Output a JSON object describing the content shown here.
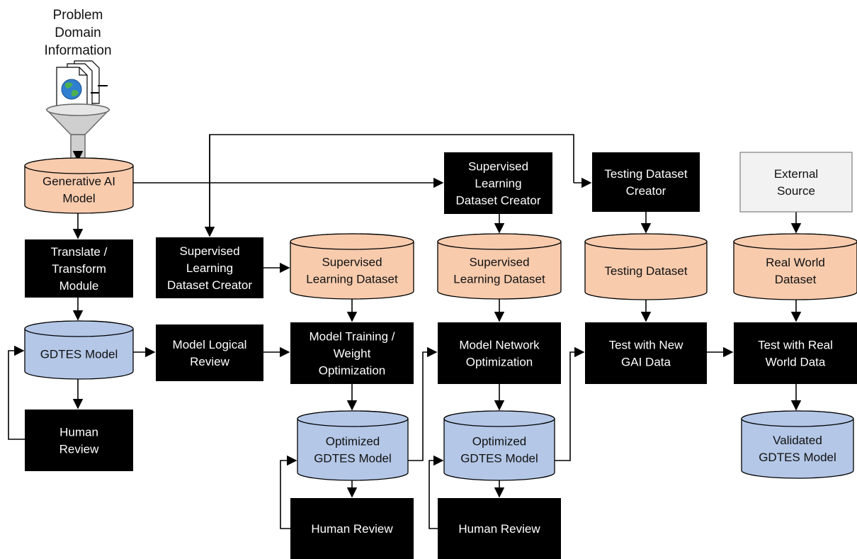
{
  "title_lines": [
    "Problem",
    "Domain",
    "Information"
  ],
  "colors": {
    "process_fill": "#000000",
    "dataset_fill": "#f8cbad",
    "model_fill": "#b4c7e7",
    "external_fill": "#f2f2f2",
    "stroke": "#000000"
  },
  "icons": {
    "source_icon": "documents-globe-icon",
    "funnel": "funnel-icon"
  },
  "nodes": {
    "generative_ai": {
      "kind": "dataset",
      "lines": [
        "Generative AI",
        "Model"
      ]
    },
    "translate": {
      "kind": "process",
      "lines": [
        "Translate /",
        "Transform",
        "Module"
      ]
    },
    "gdtes_model": {
      "kind": "model",
      "lines": [
        "GDTES Model"
      ]
    },
    "human_review_1": {
      "kind": "process",
      "lines": [
        "Human",
        "Review"
      ]
    },
    "sl_creator_1": {
      "kind": "process",
      "lines": [
        "Supervised",
        "Learning",
        "Dataset Creator"
      ]
    },
    "model_logical_review": {
      "kind": "process",
      "lines": [
        "Model Logical",
        "Review"
      ]
    },
    "sl_dataset_1": {
      "kind": "dataset",
      "lines": [
        "Supervised",
        "Learning Dataset"
      ]
    },
    "model_training": {
      "kind": "process",
      "lines": [
        "Model Training /",
        "Weight",
        "Optimization"
      ]
    },
    "optimized_1": {
      "kind": "model",
      "lines": [
        "Optimized",
        "GDTES Model"
      ]
    },
    "human_review_2": {
      "kind": "process",
      "lines": [
        "Human Review"
      ]
    },
    "sl_creator_2": {
      "kind": "process",
      "lines": [
        "Supervised",
        "Learning",
        "Dataset Creator"
      ]
    },
    "sl_dataset_2": {
      "kind": "dataset",
      "lines": [
        "Supervised",
        "Learning Dataset"
      ]
    },
    "model_network_opt": {
      "kind": "process",
      "lines": [
        "Model Network",
        "Optimization"
      ]
    },
    "optimized_2": {
      "kind": "model",
      "lines": [
        "Optimized",
        "GDTES Model"
      ]
    },
    "human_review_3": {
      "kind": "process",
      "lines": [
        "Human Review"
      ]
    },
    "testing_creator": {
      "kind": "process",
      "lines": [
        "Testing Dataset",
        "Creator"
      ]
    },
    "testing_dataset": {
      "kind": "dataset",
      "lines": [
        "Testing Dataset"
      ]
    },
    "test_gai": {
      "kind": "process",
      "lines": [
        "Test with New",
        "GAI Data"
      ]
    },
    "external_source": {
      "kind": "external",
      "lines": [
        "External",
        "Source"
      ]
    },
    "real_world_dataset": {
      "kind": "dataset",
      "lines": [
        "Real World",
        "Dataset"
      ]
    },
    "test_real": {
      "kind": "process",
      "lines": [
        "Test with Real",
        "World Data"
      ]
    },
    "validated": {
      "kind": "model",
      "lines": [
        "Validated",
        "GDTES Model"
      ]
    }
  },
  "edges": [
    [
      "generative_ai",
      "translate"
    ],
    [
      "translate",
      "gdtes_model"
    ],
    [
      "gdtes_model",
      "human_review_1"
    ],
    [
      "human_review_1",
      "gdtes_model"
    ],
    [
      "gdtes_model",
      "model_logical_review"
    ],
    [
      "model_logical_review",
      "model_training"
    ],
    [
      "generative_ai",
      "sl_creator_1"
    ],
    [
      "generative_ai",
      "sl_creator_2"
    ],
    [
      "generative_ai",
      "testing_creator"
    ],
    [
      "sl_creator_1",
      "sl_dataset_1"
    ],
    [
      "sl_dataset_1",
      "model_training"
    ],
    [
      "model_training",
      "optimized_1"
    ],
    [
      "optimized_1",
      "human_review_2"
    ],
    [
      "human_review_2",
      "optimized_1"
    ],
    [
      "optimized_1",
      "model_network_opt"
    ],
    [
      "sl_creator_2",
      "sl_dataset_2"
    ],
    [
      "sl_dataset_2",
      "model_network_opt"
    ],
    [
      "model_network_opt",
      "optimized_2"
    ],
    [
      "optimized_2",
      "human_review_3"
    ],
    [
      "human_review_3",
      "optimized_2"
    ],
    [
      "optimized_2",
      "test_gai"
    ],
    [
      "testing_creator",
      "testing_dataset"
    ],
    [
      "testing_dataset",
      "test_gai"
    ],
    [
      "test_gai",
      "test_real"
    ],
    [
      "external_source",
      "real_world_dataset"
    ],
    [
      "real_world_dataset",
      "test_real"
    ],
    [
      "test_real",
      "validated"
    ]
  ]
}
